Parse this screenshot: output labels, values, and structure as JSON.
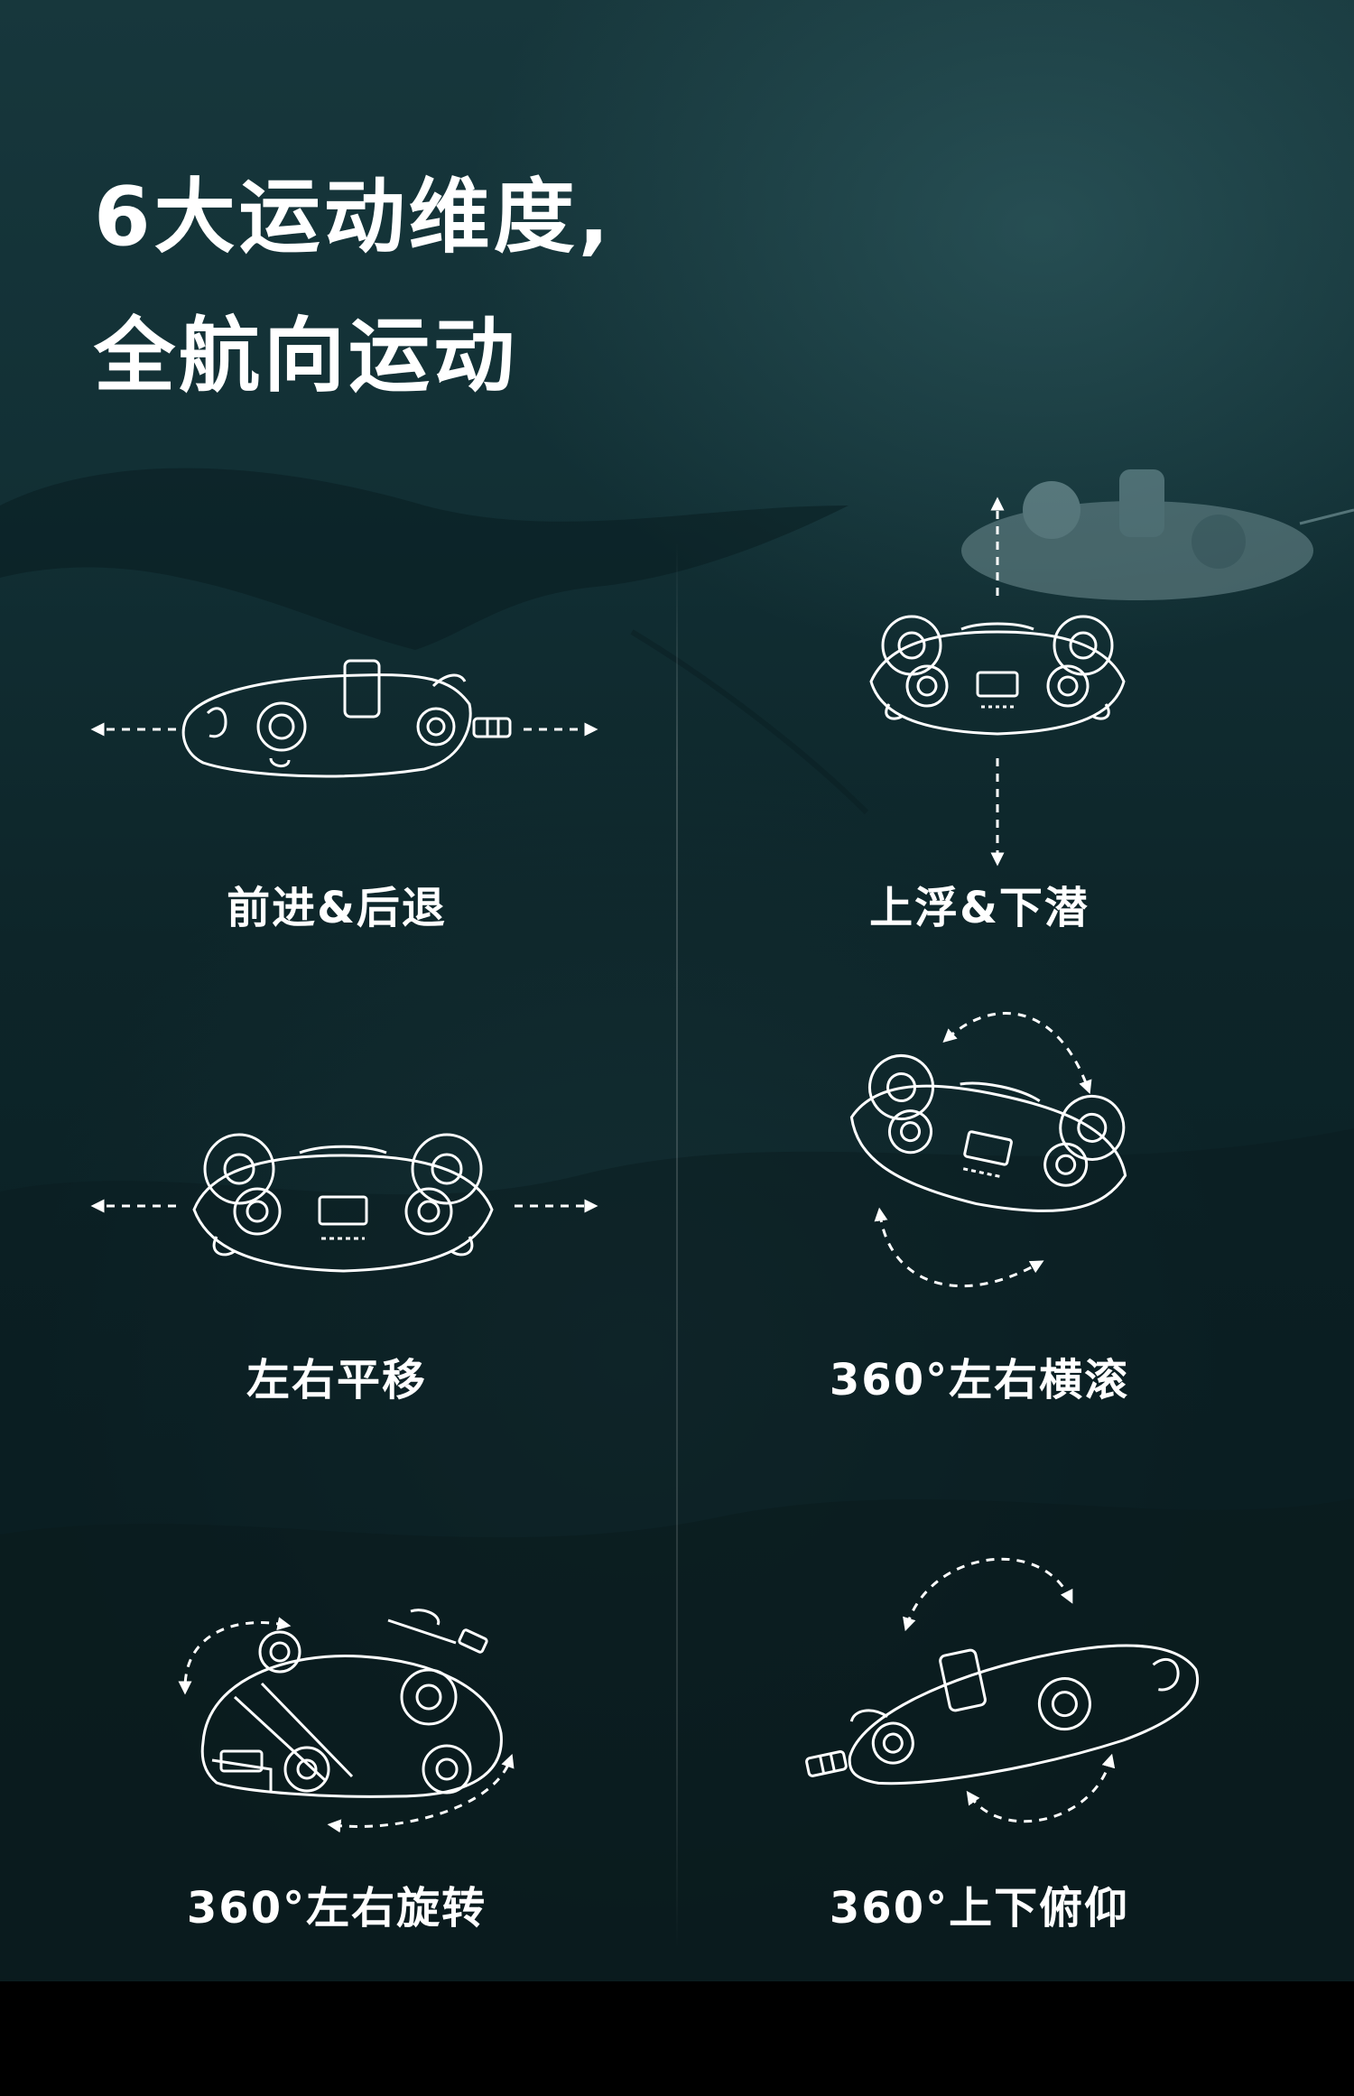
{
  "title": {
    "line1": "6大运动维度,",
    "line2": "全航向运动"
  },
  "motions": [
    {
      "label": "前进&后退",
      "icon": "drone-side-view-icon"
    },
    {
      "label": "上浮&下潜",
      "icon": "drone-front-view-icon"
    },
    {
      "label": "左右平移",
      "icon": "drone-front-view-icon"
    },
    {
      "label": "360°左右横滚",
      "icon": "drone-tilted-front-view-icon"
    },
    {
      "label": "360°左右旋转",
      "icon": "drone-perspective-view-icon"
    },
    {
      "label": "360°上下俯仰",
      "icon": "drone-side-view-icon"
    }
  ]
}
